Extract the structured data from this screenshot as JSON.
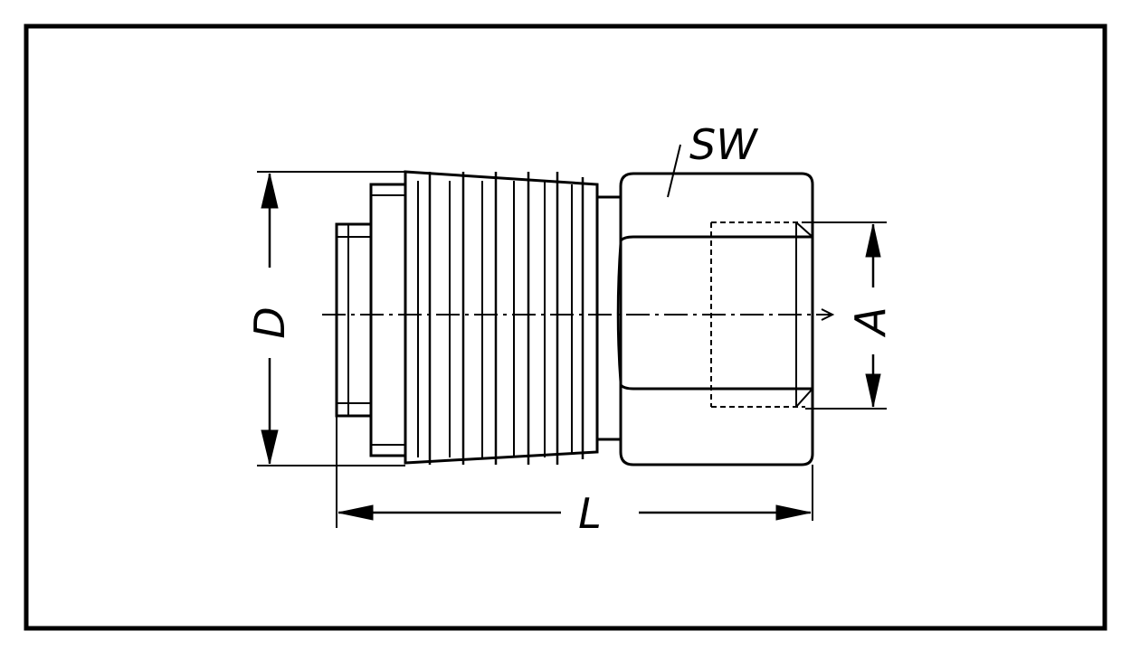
{
  "labels": {
    "wrench_size": "SW",
    "diameter": "D",
    "bore": "A",
    "length": "L"
  },
  "colors": {
    "stroke": "#000000",
    "background": "#ffffff"
  }
}
